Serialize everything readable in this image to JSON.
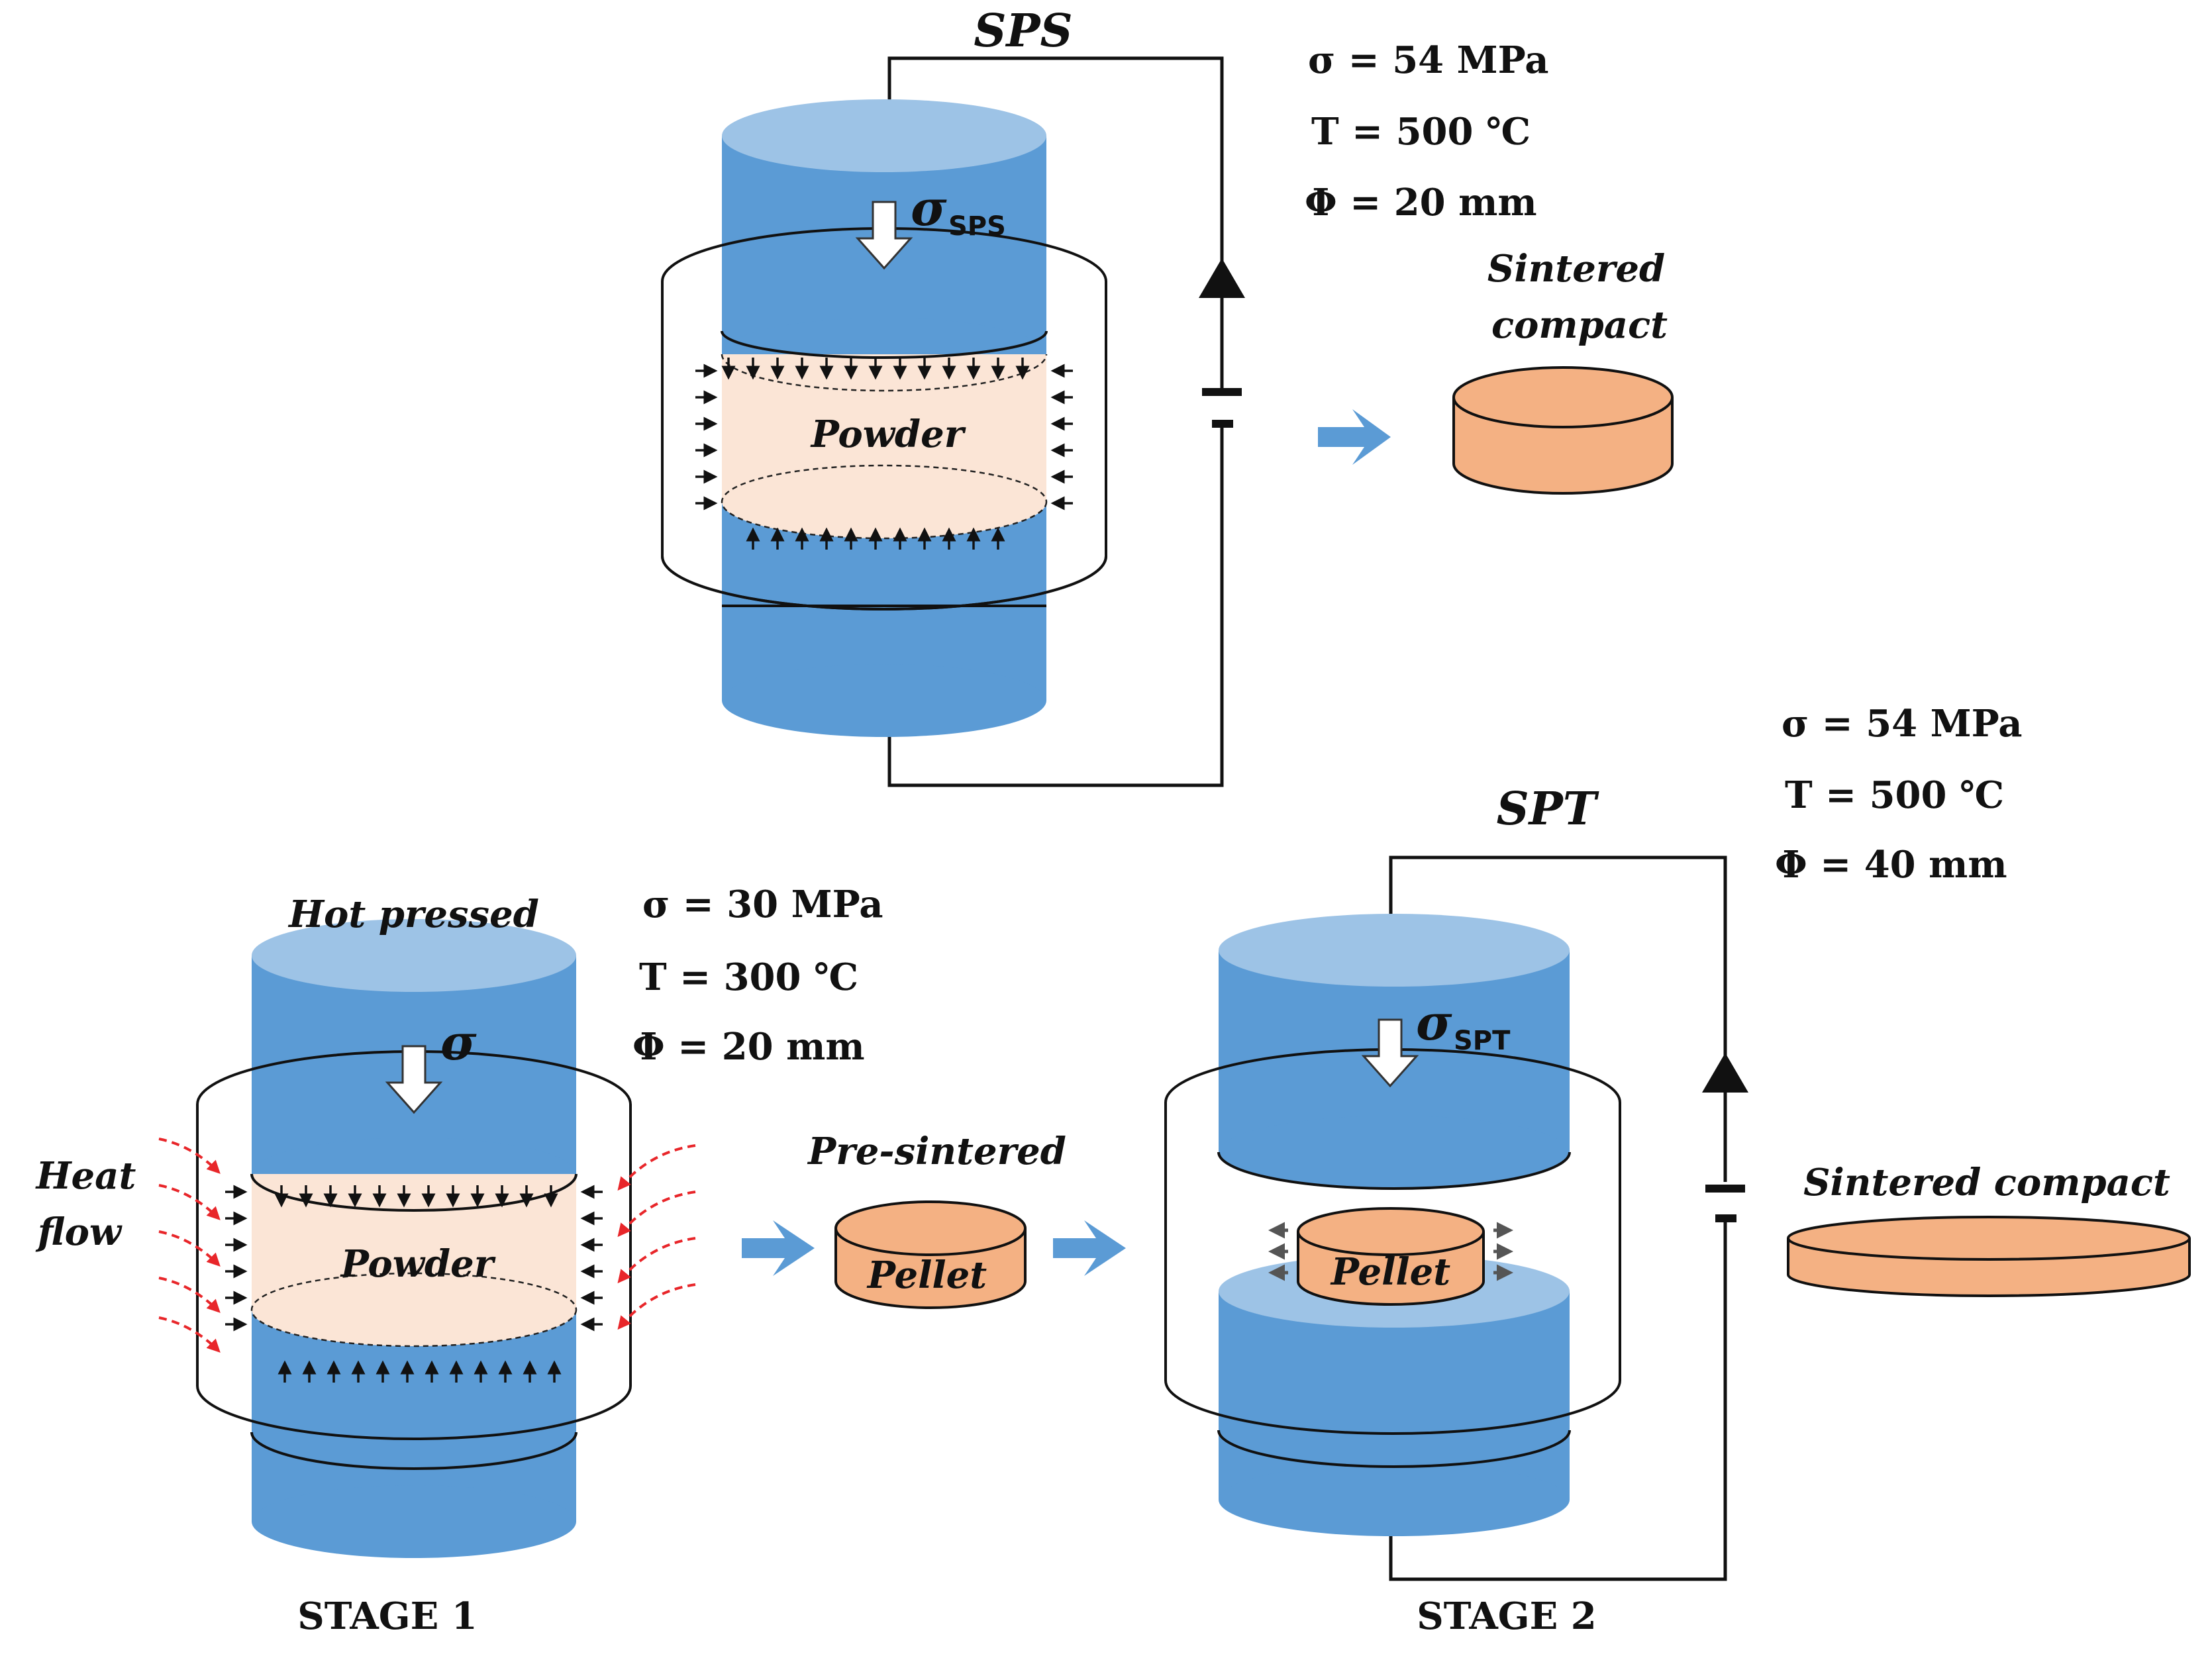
{
  "sps": {
    "title": "SPS",
    "sigma_symbol": "σ",
    "sigma_sub": "SPS",
    "powder_label": "Powder",
    "output_label_line1": "Sintered",
    "output_label_line2": "compact",
    "params": [
      "σ = 54 MPa",
      "T = 500 ℃",
      "Φ = 20 mm"
    ]
  },
  "stage1": {
    "title": "Hot pressed",
    "sigma_symbol": "σ",
    "powder_label": "Powder",
    "heat_label_line1": "Heat",
    "heat_label_line2": "flow",
    "params": [
      "σ = 30 MPa",
      "T = 300 ℃",
      "Φ = 20 mm"
    ],
    "stage_label": "STAGE 1"
  },
  "intermediate": {
    "label": "Pre-sintered",
    "pellet_label": "Pellet"
  },
  "stage2": {
    "title": "SPT",
    "sigma_symbol": "σ",
    "sigma_sub": "SPT",
    "pellet_label": "Pellet",
    "output_label": "Sintered  compact",
    "params": [
      "σ = 54 MPa",
      "T = 500 ℃",
      "Φ = 40 mm"
    ],
    "stage_label": "STAGE 2"
  },
  "colors": {
    "electrode": "#5b9bd5",
    "electrode_top": "#9dc3e6",
    "powder": "#fbe5d6",
    "pellet": "#f4b183",
    "heat_flow": "#e8262a"
  }
}
